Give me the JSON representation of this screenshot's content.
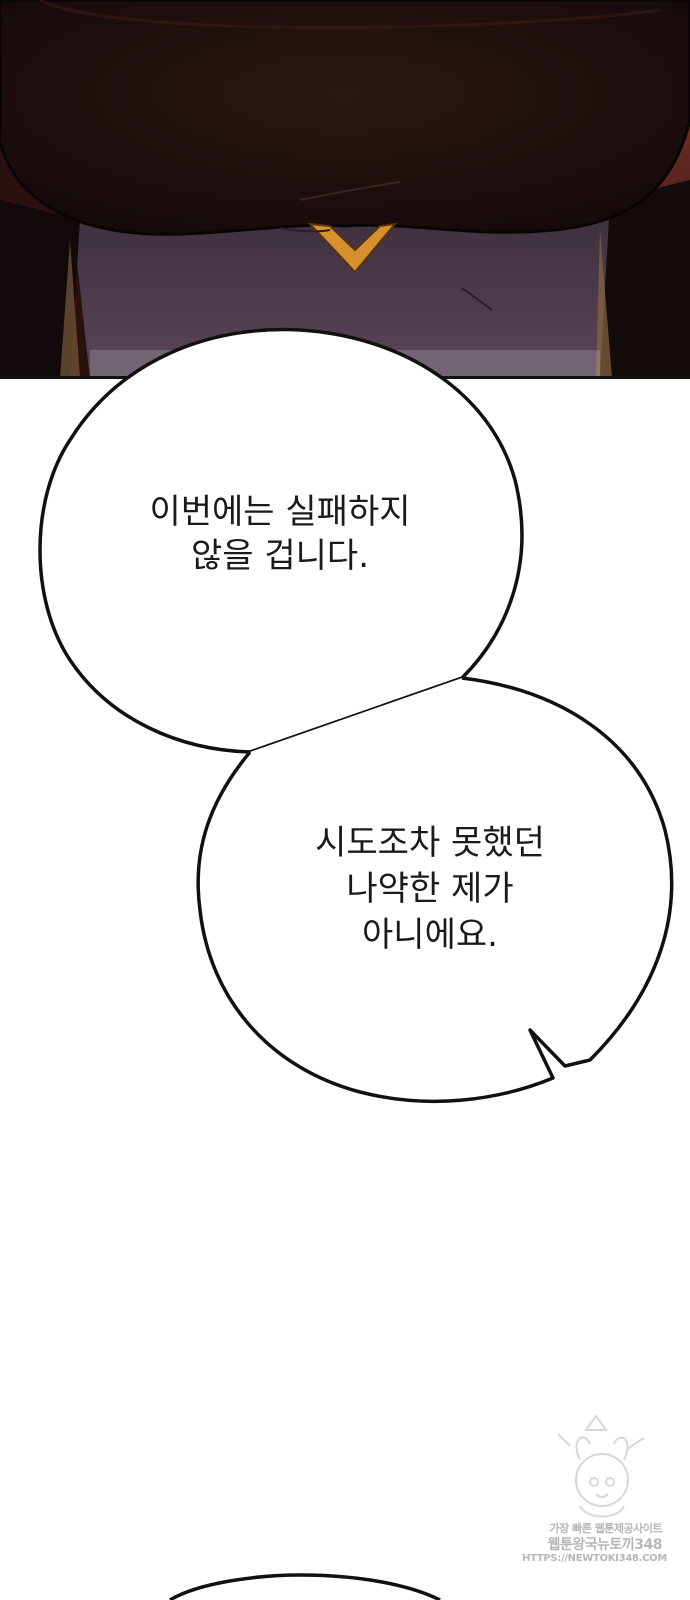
{
  "dialogue": {
    "bubble_1": "이번에는 실패하지\n않을 겁니다.",
    "bubble_2": "시도조차 못했던\n나약한 제가\n아니에요."
  },
  "watermark": {
    "line_1": "가장 빠른 웹툰제공사이트",
    "line_2": "웹툰왕국뉴토끼348",
    "line_3": "HTTPS://NEWTOKI348.COM"
  },
  "colors": {
    "panel_dark": "#1d0e0d",
    "panel_red": "#6e2a22",
    "skin": "#4a3a48",
    "gold": "#d7902e"
  }
}
